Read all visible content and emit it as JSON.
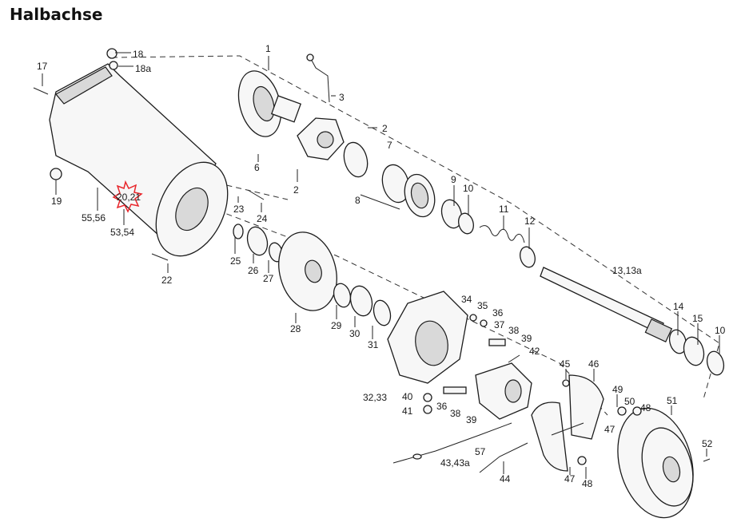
{
  "title": "Halbachse",
  "highlight_color": "#e8262b",
  "highlighted_label": "20,21",
  "labels": [
    {
      "id": "p18",
      "text": "18"
    },
    {
      "id": "p18a",
      "text": "18a"
    },
    {
      "id": "p17",
      "text": "17"
    },
    {
      "id": "p1",
      "text": "1"
    },
    {
      "id": "p3",
      "text": "3"
    },
    {
      "id": "p2a",
      "text": "2"
    },
    {
      "id": "p6",
      "text": "6"
    },
    {
      "id": "p7",
      "text": "7"
    },
    {
      "id": "p2b",
      "text": "2"
    },
    {
      "id": "p19",
      "text": "19"
    },
    {
      "id": "p2021",
      "text": "20,21"
    },
    {
      "id": "p5556",
      "text": "55,56"
    },
    {
      "id": "p5354",
      "text": "53,54"
    },
    {
      "id": "p23",
      "text": "23"
    },
    {
      "id": "p24",
      "text": "24"
    },
    {
      "id": "p8",
      "text": "8"
    },
    {
      "id": "p9",
      "text": "9"
    },
    {
      "id": "p10a",
      "text": "10"
    },
    {
      "id": "p11",
      "text": "11"
    },
    {
      "id": "p12",
      "text": "12"
    },
    {
      "id": "p1313a",
      "text": "13,13a"
    },
    {
      "id": "p25",
      "text": "25"
    },
    {
      "id": "p26",
      "text": "26"
    },
    {
      "id": "p27",
      "text": "27"
    },
    {
      "id": "p22",
      "text": "22"
    },
    {
      "id": "p28",
      "text": "28"
    },
    {
      "id": "p29",
      "text": "29"
    },
    {
      "id": "p30",
      "text": "30"
    },
    {
      "id": "p31",
      "text": "31"
    },
    {
      "id": "p34",
      "text": "34"
    },
    {
      "id": "p35",
      "text": "35"
    },
    {
      "id": "p36a",
      "text": "36"
    },
    {
      "id": "p37",
      "text": "37"
    },
    {
      "id": "p38a",
      "text": "38"
    },
    {
      "id": "p39a",
      "text": "39"
    },
    {
      "id": "p42",
      "text": "42"
    },
    {
      "id": "p14",
      "text": "14"
    },
    {
      "id": "p15",
      "text": "15"
    },
    {
      "id": "p10b",
      "text": "10"
    },
    {
      "id": "p3233",
      "text": "32,33"
    },
    {
      "id": "p40",
      "text": "40"
    },
    {
      "id": "p36b",
      "text": "36"
    },
    {
      "id": "p41",
      "text": "41"
    },
    {
      "id": "p38b",
      "text": "38"
    },
    {
      "id": "p39b",
      "text": "39"
    },
    {
      "id": "p45",
      "text": "45"
    },
    {
      "id": "p46",
      "text": "46"
    },
    {
      "id": "p49",
      "text": "49"
    },
    {
      "id": "p50",
      "text": "50"
    },
    {
      "id": "p48a",
      "text": "48"
    },
    {
      "id": "p47a",
      "text": "47"
    },
    {
      "id": "p51",
      "text": "51"
    },
    {
      "id": "p57",
      "text": "57"
    },
    {
      "id": "p4343a",
      "text": "43,43a"
    },
    {
      "id": "p44",
      "text": "44"
    },
    {
      "id": "p47b",
      "text": "47"
    },
    {
      "id": "p48b",
      "text": "48"
    },
    {
      "id": "p52",
      "text": "52"
    }
  ]
}
